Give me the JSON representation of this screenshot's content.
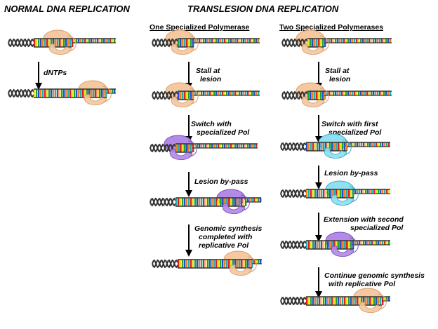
{
  "headers": {
    "normal": "NORMAL DNA REPLICATION",
    "translesion": "TRANSLESION DNA REPLICATION"
  },
  "columns": {
    "normal": {
      "steps": [
        "dNTPs"
      ]
    },
    "one_pol": {
      "title": "One Specialized Polymerase",
      "steps": [
        [
          "Stall at",
          "lesion"
        ],
        [
          "Switch with",
          "specialized Pol"
        ],
        [
          "Lesion by-pass"
        ],
        [
          "Genomic synthesis",
          "completed with",
          "replicative Pol"
        ]
      ]
    },
    "two_pol": {
      "title": "Two Specialized Polymerases",
      "steps": [
        [
          "Stall at",
          "lesion"
        ],
        [
          "Switch with first",
          "specialized Pol"
        ],
        [
          "Lesion by-pass"
        ],
        [
          "Extension with second",
          "specialized Pol"
        ],
        [
          "Continue genomic synthesis",
          "with replicative Pol"
        ]
      ]
    }
  },
  "colors": {
    "replicative_pol": "#f5c8a0",
    "specialized_pol_purple": "#b48ae6",
    "specialized_pol_cyan": "#8fe0f0",
    "dna_backbone": "#333333"
  }
}
